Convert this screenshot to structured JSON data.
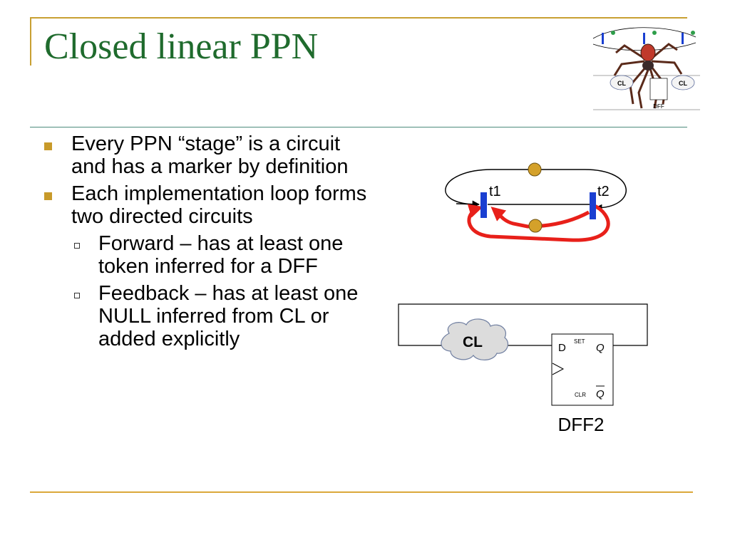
{
  "slide": {
    "title": "Closed linear PPN",
    "bullets": [
      {
        "level": 1,
        "text": "Every PPN “stage” is a circuit and has a marker by definition"
      },
      {
        "level": 1,
        "text": "Each implementation loop forms two directed circuits"
      },
      {
        "level": 2,
        "text": "Forward – has at least one token inferred for a DFF"
      },
      {
        "level": 2,
        "text": "Feedback – has at least one NULL inferred from CL or added explicitly"
      }
    ]
  },
  "petri": {
    "t1_label": "t1",
    "t2_label": "t2",
    "place_color": "#d4a12a",
    "transition_color": "#1a3fd1",
    "feedback_arrow_color": "#e8201a"
  },
  "circuit": {
    "cl_label": "CL",
    "dff_d": "D",
    "dff_set": "SET",
    "dff_q": "Q",
    "dff_qbar": "Q",
    "dff_clr": "CLR",
    "dff_name": "DFF2"
  },
  "logo": {
    "cl_left": "CL",
    "cl_right": "CL",
    "dff_label": "DFF"
  },
  "colors": {
    "title": "#1f6b2d",
    "accent_gold": "#c8a032"
  }
}
